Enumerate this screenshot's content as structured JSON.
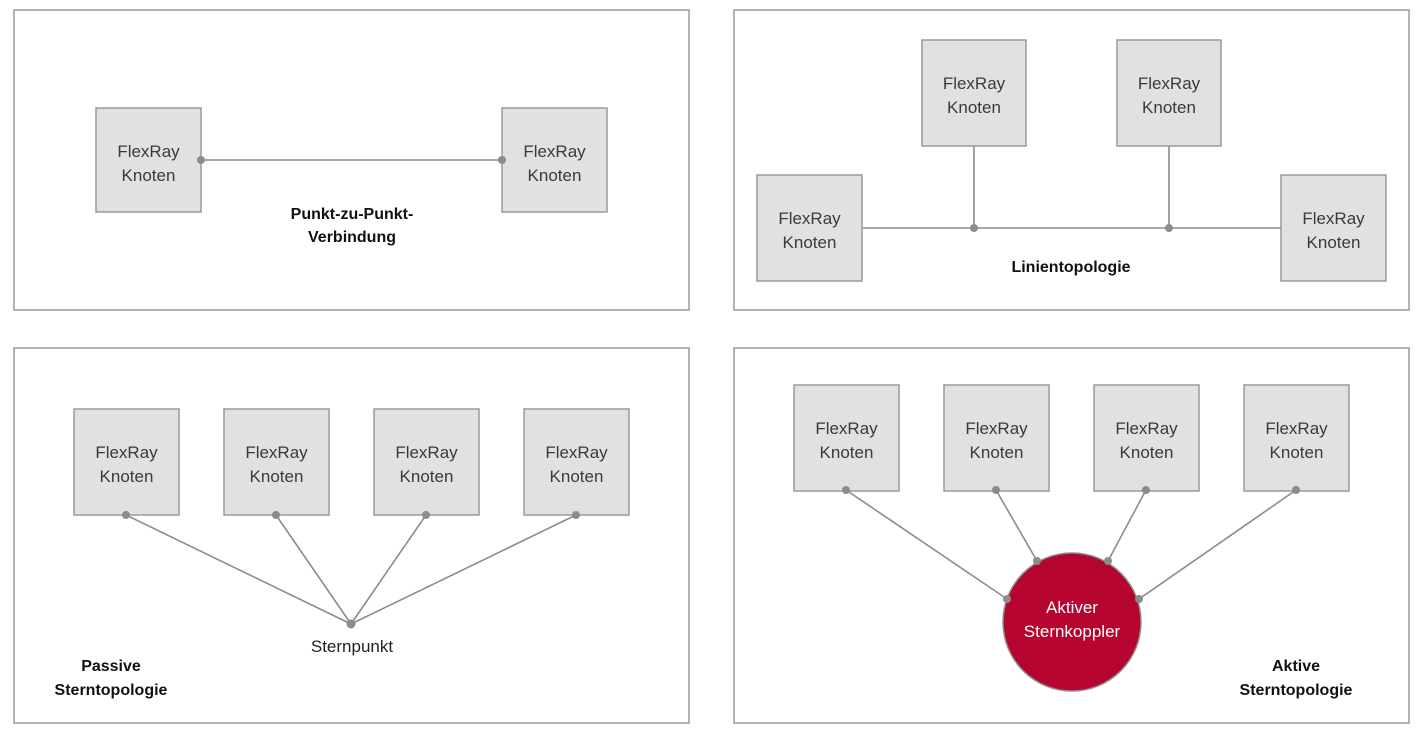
{
  "node_label": {
    "line1": "FlexRay",
    "line2": "Knoten"
  },
  "panels": {
    "point_to_point": {
      "caption_line1": "Punkt-zu-Punkt-",
      "caption_line2": "Verbindung"
    },
    "line": {
      "caption": "Linientopologie"
    },
    "passive_star": {
      "caption_line1": "Passive",
      "caption_line2": "Sterntopologie",
      "star_point_label": "Sternpunkt"
    },
    "active_star": {
      "caption_line1": "Aktive",
      "caption_line2": "Sterntopologie",
      "coupler_line1": "Aktiver",
      "coupler_line2": "Sternkoppler"
    }
  },
  "colors": {
    "node_fill": "#dfe1e3",
    "border": "#9a9a9a",
    "wire": "#8c8c8c",
    "coupler": "#b5052f"
  }
}
